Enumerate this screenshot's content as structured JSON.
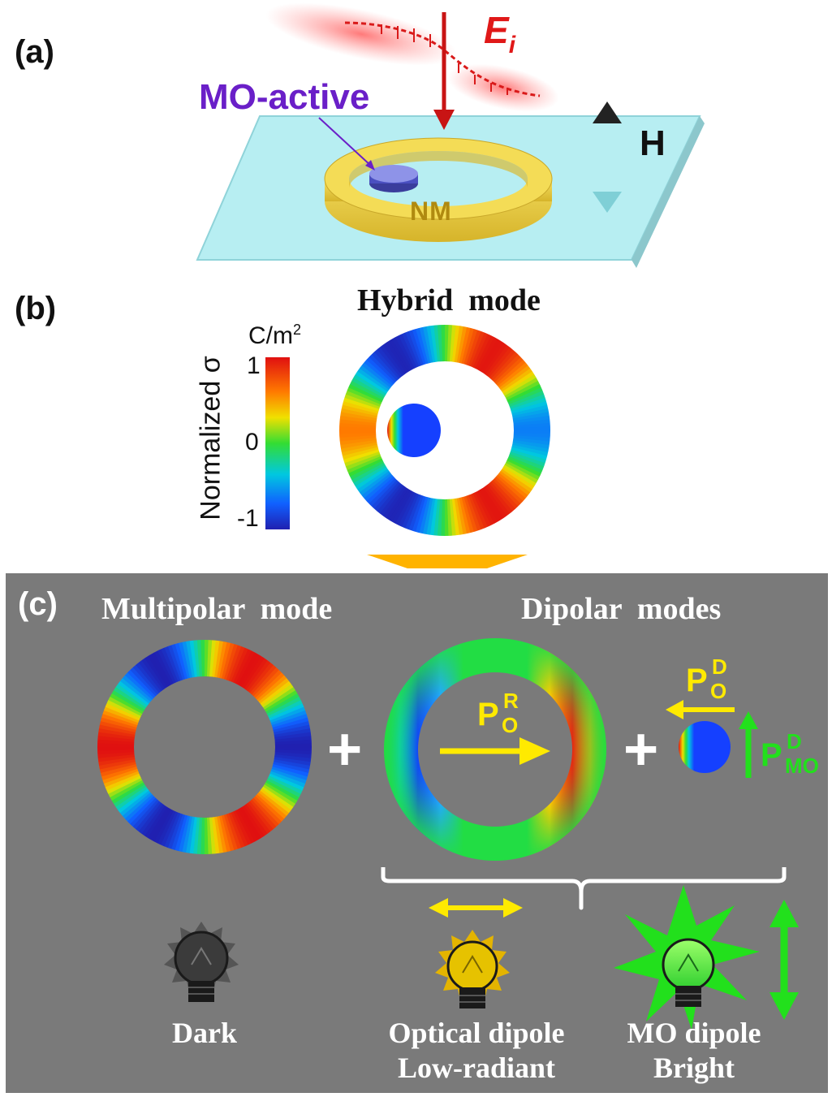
{
  "panel_a": {
    "label": "(a)",
    "mo_active": "MO-active",
    "field_label": "E",
    "field_sub": "i",
    "h_label": "H",
    "nm_label": "NM"
  },
  "panel_b": {
    "label": "(b)",
    "title": "Hybrid  mode",
    "colorbar_unit": "C/m",
    "colorbar_unit_exp": "2",
    "colorbar_axis": "Normalized σ",
    "tick_max": "1",
    "tick_mid": "0",
    "tick_min": "-1"
  },
  "panel_c": {
    "label": "(c)",
    "multipolar_title": "Multipolar  mode",
    "dipolar_title": "Dipolar  modes",
    "plus": "+",
    "p_main": "P",
    "p_r_sup": "R",
    "p_r_sub": "O",
    "p_d_sup": "D",
    "p_d_sub": "O",
    "p_mo_sup": "D",
    "p_mo_sub": "MO",
    "dark_label": "Dark",
    "optical_label_1": "Optical dipole",
    "optical_label_2": "Low-radiant",
    "mo_label_1": "MO dipole",
    "mo_label_2": "Bright"
  },
  "colors": {
    "substrate": "#b7eef2",
    "ring": "#f2d64a",
    "field": "#d91a1a",
    "mo_text": "#6a1fc8",
    "panel_bg": "#7a7a7a",
    "yellow": "#ffea00",
    "green": "#22e01c"
  }
}
